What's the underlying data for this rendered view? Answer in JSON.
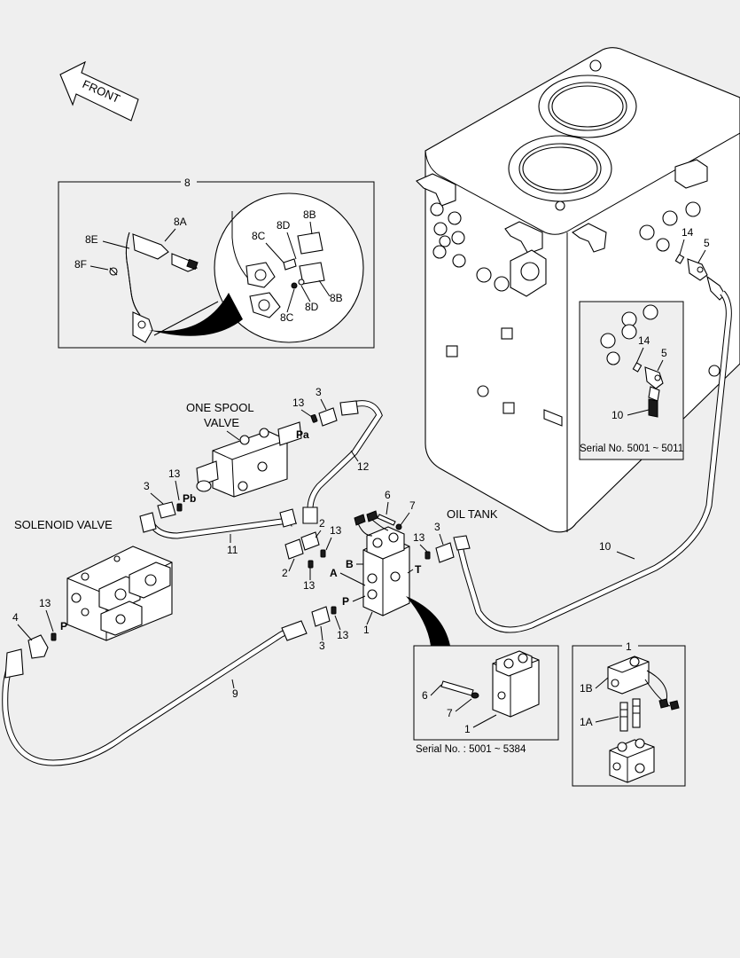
{
  "front_arrow": {
    "text": "FRONT"
  },
  "titles": {
    "one_spool_valve_1": "ONE SPOOL",
    "one_spool_valve_2": "VALVE",
    "solenoid_valve": "SOLENOID VALVE",
    "oil_tank": "OIL TANK"
  },
  "detail_8": {
    "num": "8",
    "labels": [
      "8A",
      "8E",
      "8F",
      "8B",
      "8D",
      "8C",
      "8B",
      "8D",
      "8C"
    ]
  },
  "detail_serial_5011": {
    "caption": "Serial No. 5001 ~ 5011",
    "labels": [
      "14",
      "5",
      "10"
    ]
  },
  "detail_serial_5384": {
    "caption": "Serial No. : 5001 ~ 5384",
    "labels": [
      "6",
      "7",
      "1"
    ]
  },
  "detail_1": {
    "num": "1",
    "labels": [
      "1B",
      "1A"
    ]
  },
  "callouts": {
    "tank_14": "14",
    "tank_5": "5",
    "sp_13a": "13",
    "sp_3a": "3",
    "sp_Pa": "Pa",
    "sp_12": "12",
    "sp_13b": "13",
    "sp_3b": "3",
    "sp_Pb": "Pb",
    "sp_11": "11",
    "c_6": "6",
    "c_7": "7",
    "c_2a": "2",
    "c_13a": "13",
    "c_B": "B",
    "c_2b": "2",
    "c_A": "A",
    "c_13b": "13",
    "c_13c": "13",
    "c_3c": "3",
    "c_T": "T",
    "c_10": "10",
    "c_P": "P",
    "c_13d": "13",
    "c_3d": "3",
    "c_1": "1",
    "s_4": "4",
    "s_13": "13",
    "s_P": "P",
    "s_9": "9"
  }
}
